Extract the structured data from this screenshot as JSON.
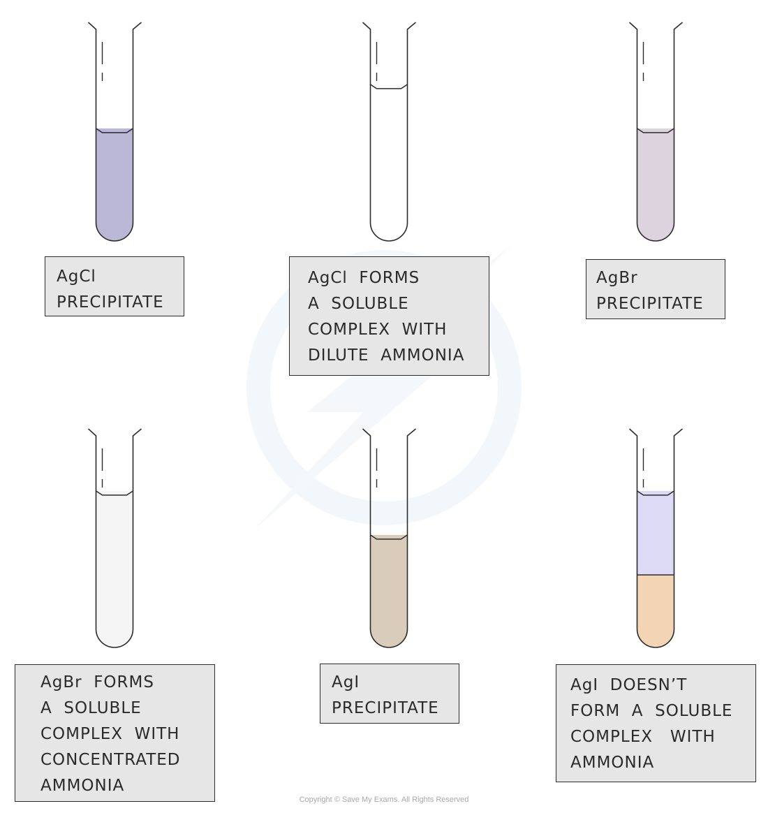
{
  "tubes": [
    {
      "id": "tube-agcl-precipitate",
      "liquid_color": "#bbb7d6",
      "fill_fraction": 0.47
    },
    {
      "id": "tube-agcl-dilute-ammonia",
      "liquid_color": "#ffffff",
      "fill_fraction": 0.69
    },
    {
      "id": "tube-agbr-precipitate",
      "liquid_color": "#ddd3de",
      "fill_fraction": 0.47
    },
    {
      "id": "tube-agbr-concentrated-ammonia",
      "liquid_color": "#f5f5f5",
      "fill_fraction": 0.69
    },
    {
      "id": "tube-agi-precipitate",
      "liquid_color": "#d9ccba",
      "fill_fraction": 0.47
    },
    {
      "id": "tube-agi-ammonia",
      "liquid_color": "#dcdaf4",
      "fill_fraction": 0.69,
      "lower_layer_color": "#f3d4b4",
      "lower_layer_fraction": 0.27
    }
  ],
  "labels": {
    "agcl_precipitate": [
      "AgCl",
      "PRECIPITATE"
    ],
    "agcl_dilute": [
      "AgCl  FORMS",
      "A  SOLUBLE",
      "COMPLEX  WITH",
      "DILUTE  AMMONIA"
    ],
    "agbr_precipitate": [
      "AgBr",
      "PRECIPITATE"
    ],
    "agbr_concentrated": [
      "AgBr  FORMS",
      "A  SOLUBLE",
      "COMPLEX  WITH",
      "CONCENTRATED",
      "AMMONIA"
    ],
    "agi_precipitate": [
      "AgI",
      "PRECIPITATE"
    ],
    "agi_no_complex": [
      "AgI  DOESN’T",
      "FORM  A  SOLUBLE",
      "COMPLEX   WITH",
      "AMMONIA"
    ]
  },
  "copyright": "Copyright © Save My Exams. All Rights Reserved",
  "colors": {
    "outline": "#2b2b2b",
    "box_fill": "#e6e6e6",
    "watermark": "#e8f1f8"
  }
}
